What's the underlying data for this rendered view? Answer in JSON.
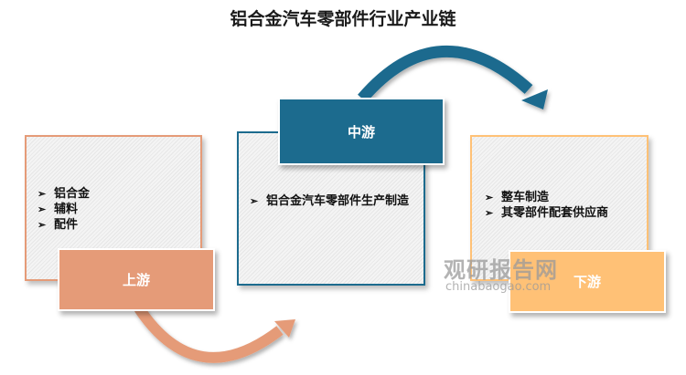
{
  "title": "铝合金汽车零部件行业产业链",
  "upstream": {
    "label": "上游",
    "items": [
      "铝合金",
      "辅料",
      "配件"
    ],
    "color": "#E59B78"
  },
  "midstream": {
    "label": "中游",
    "items": [
      "铝合金汽车零部件生产制造"
    ],
    "color": "#1C6B8E"
  },
  "downstream": {
    "label": "下游",
    "items": [
      "整车制造",
      "其零部件配套供应商"
    ],
    "color": "#FFC176"
  },
  "watermark": {
    "cn": "观研报告网",
    "en": "chinabaogao.com"
  }
}
